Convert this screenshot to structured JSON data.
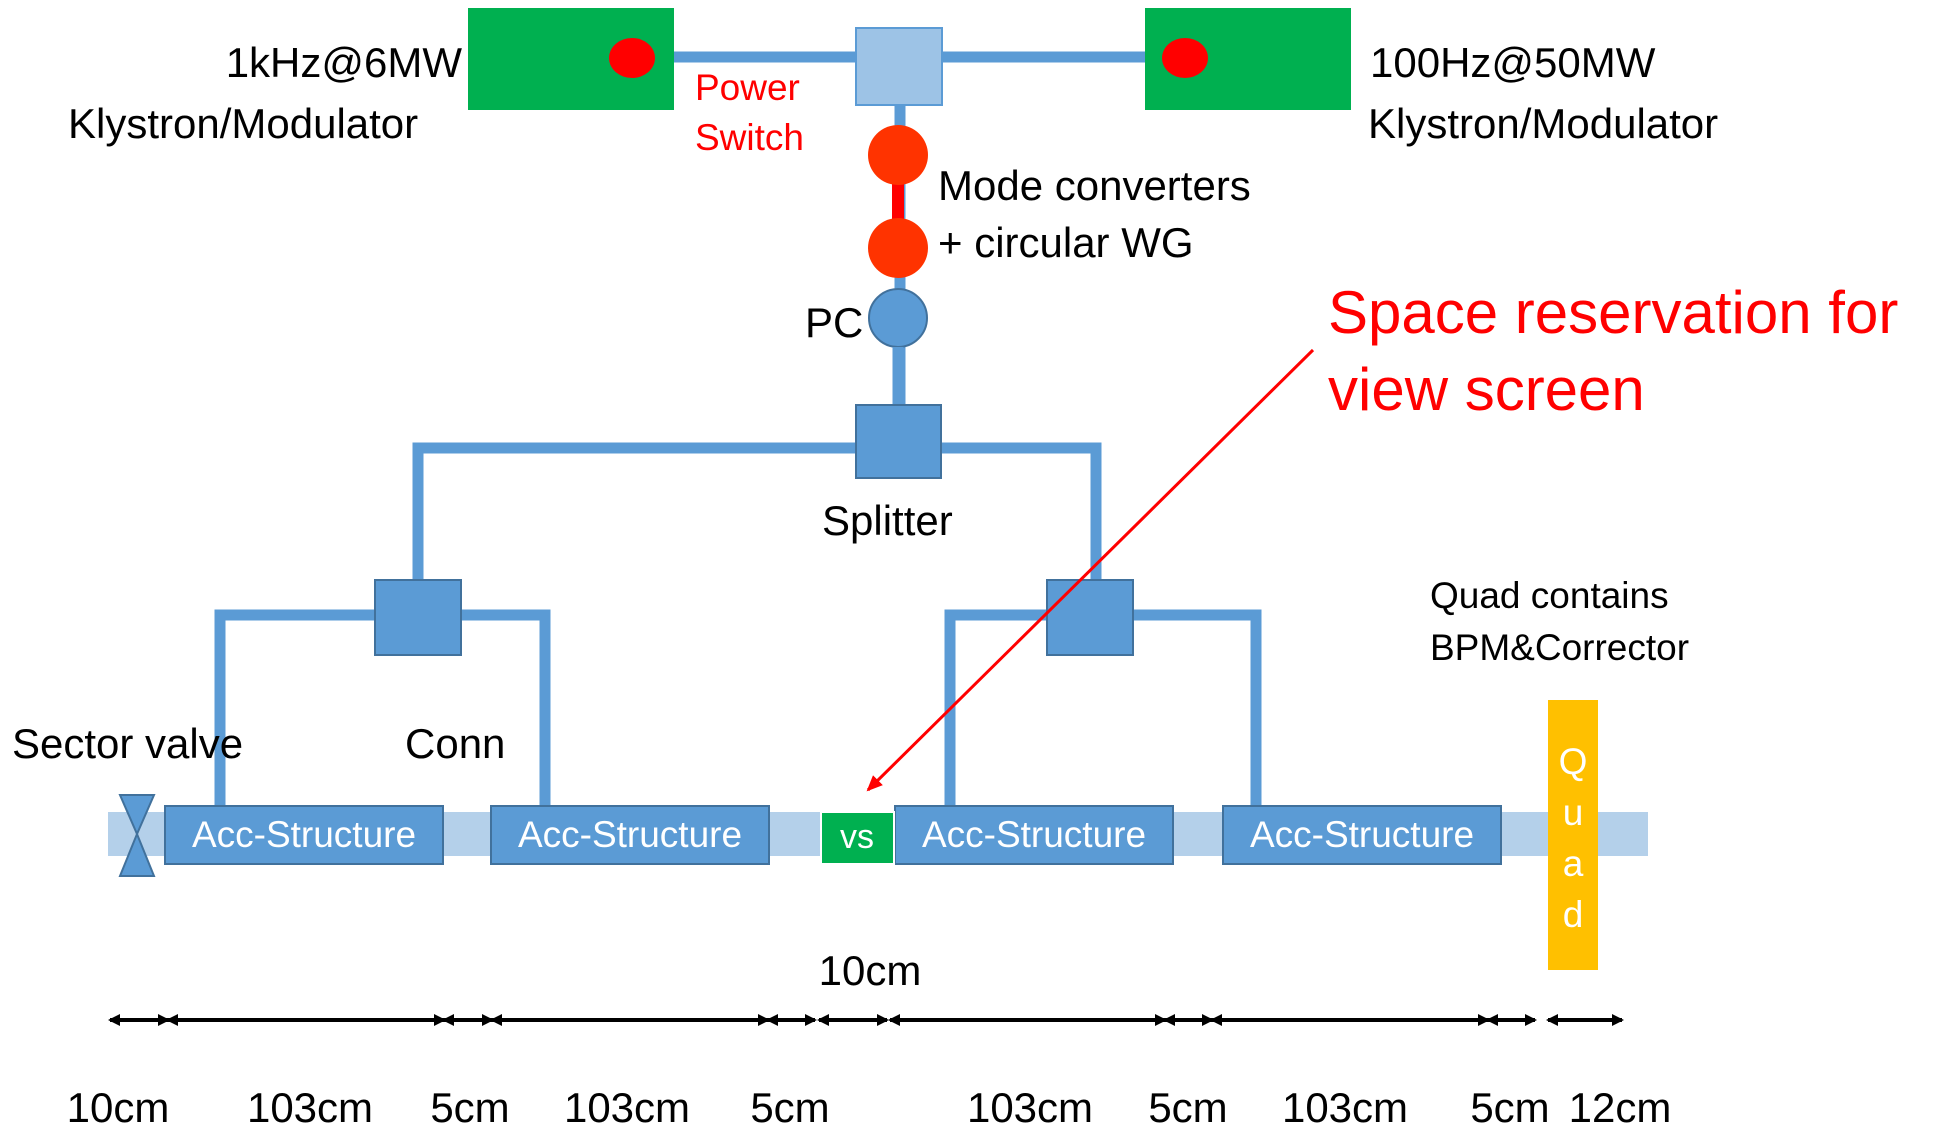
{
  "klystrons": {
    "left": {
      "label_power": "1kHz@6MW",
      "label_name": "Klystron/Modulator"
    },
    "right": {
      "label_power": "100Hz@50MW",
      "label_name": "Klystron/Modulator"
    }
  },
  "power_switch": {
    "line1": "Power",
    "line2": "Switch"
  },
  "mode_converters": {
    "line1": "Mode converters",
    "line2": "+ circular WG"
  },
  "pc_label": "PC",
  "splitter_label": "Splitter",
  "annotation": {
    "line1": "Space reservation for",
    "line2": "view screen"
  },
  "sector_valve_label": "Sector valve",
  "conn_label": "Conn",
  "quad_note": {
    "line1": "Quad contains",
    "line2": "BPM&Corrector"
  },
  "structures": [
    "Acc-Structure",
    "Acc-Structure",
    "Acc-Structure",
    "Acc-Structure"
  ],
  "vs_label": "vs",
  "quad_letters": [
    "Q",
    "u",
    "a",
    "d"
  ],
  "vs_length_label": "10cm",
  "dimensions": [
    "10cm",
    "103cm",
    "5cm",
    "103cm",
    "5cm",
    "103cm",
    "5cm",
    "103cm",
    "5cm",
    "12cm"
  ],
  "colors": {
    "klystron_green": "#00b050",
    "waveguide_blue": "#5b9bd5",
    "beampipe_lightblue": "#b4d0ea",
    "switch_lightblue": "#9dc3e6",
    "converter_red": "#ff3300",
    "quad_orange": "#ffc000",
    "annotation_red": "#ff0000"
  }
}
